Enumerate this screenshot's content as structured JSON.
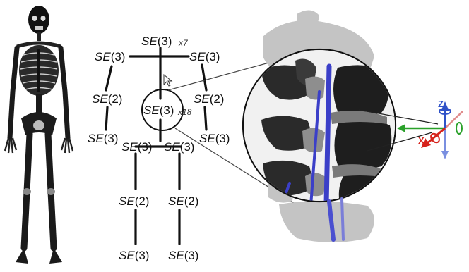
{
  "figure": {
    "nodes": [
      {
        "id": "top",
        "group": "SE",
        "index": "(3)",
        "multiplier": "x7"
      },
      {
        "id": "left-shoulder",
        "group": "SE",
        "index": "(3)"
      },
      {
        "id": "right-shoulder",
        "group": "SE",
        "index": "(3)"
      },
      {
        "id": "left-elbow",
        "group": "SE",
        "index": "(2)"
      },
      {
        "id": "right-elbow",
        "group": "SE",
        "index": "(2)"
      },
      {
        "id": "spine",
        "group": "SE",
        "index": "(3)",
        "multiplier": "x18"
      },
      {
        "id": "left-wrist",
        "group": "SE",
        "index": "(3)"
      },
      {
        "id": "right-wrist",
        "group": "SE",
        "index": "(3)"
      },
      {
        "id": "left-hip",
        "group": "SE",
        "index": "(3)"
      },
      {
        "id": "right-hip",
        "group": "SE",
        "index": "(3)"
      },
      {
        "id": "left-knee",
        "group": "SE",
        "index": "(2)"
      },
      {
        "id": "right-knee",
        "group": "SE",
        "index": "(2)"
      },
      {
        "id": "left-ankle",
        "group": "SE",
        "index": "(3)"
      },
      {
        "id": "right-ankle",
        "group": "SE",
        "index": "(3)"
      }
    ],
    "axes": {
      "z": "Z",
      "x": "X"
    },
    "colors": {
      "bone_dark": "#1a1a1a",
      "bone_light": "#b5b5b5",
      "ligament": "#3b3fc8",
      "axis_x": "#d6231c",
      "axis_y": "#2aa12a",
      "axis_z": "#2f52c8"
    }
  }
}
